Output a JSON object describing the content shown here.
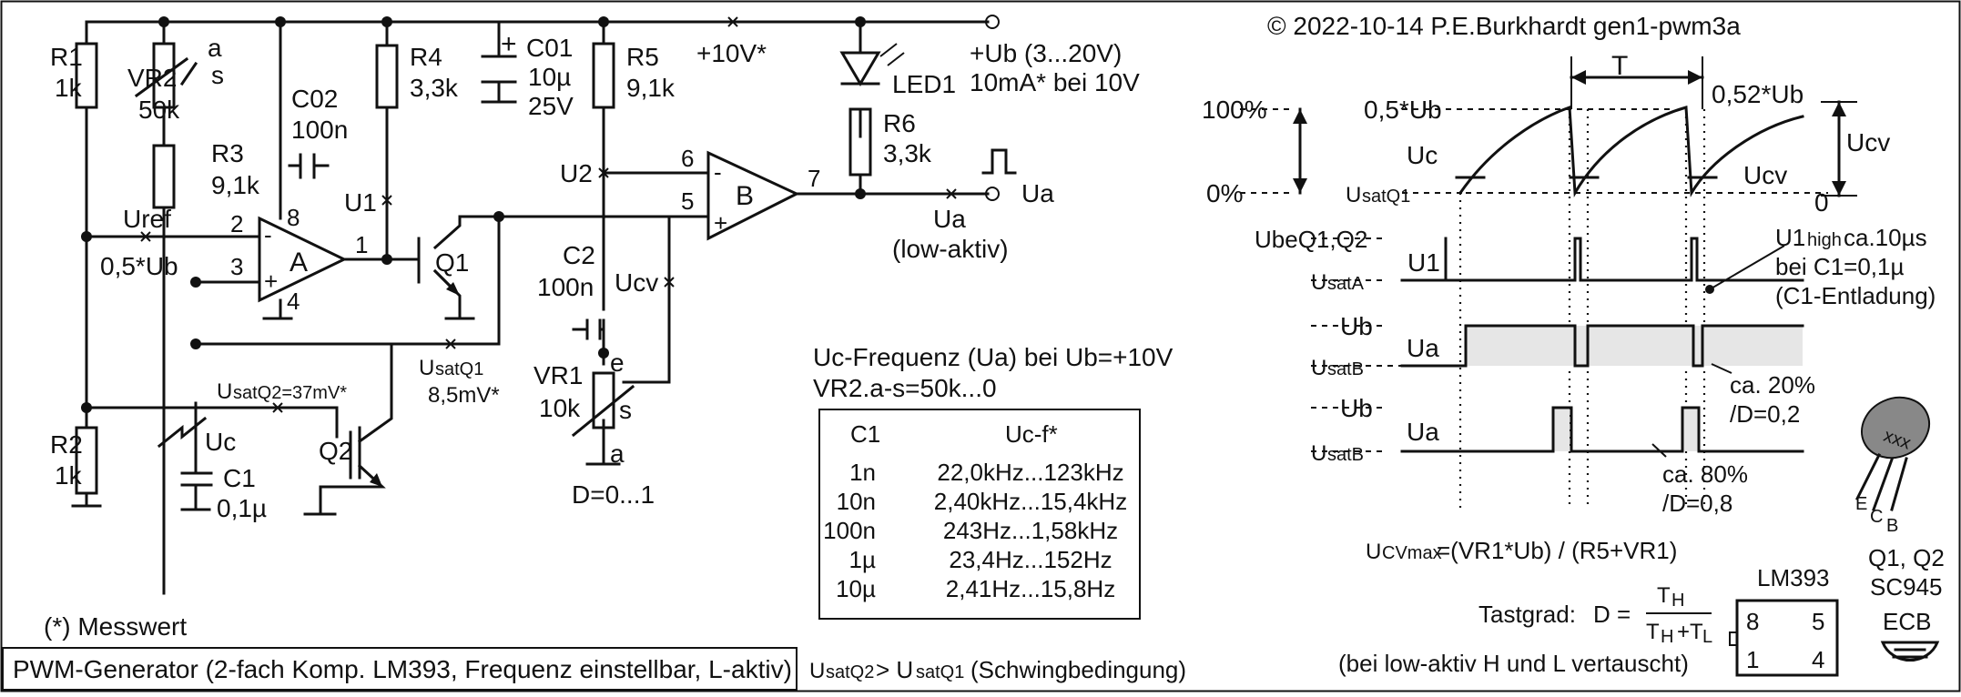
{
  "copyright": "© 2022-10-14 P.E.Burkhardt gen1-pwm3a",
  "title_box": "PWM-Generator (2-fach Komp. LM393, Frequenz einstellbar, L-aktiv)",
  "oscillation_condition": "UsatQ2 > UsatQ1 (Schwingbedingung)",
  "footnote": "(*) Messwert",
  "supply": {
    "node_label": "+10V*",
    "ub_label": "+Ub (3...20V)",
    "ub_current": "10mA* bei 10V"
  },
  "components": {
    "R1": "R1",
    "R1_val": "1k",
    "VR2": "VR2",
    "VR2_val": "50k",
    "VR2_a": "a",
    "VR2_s": "s",
    "R3": "R3",
    "R3_val": "9,1k",
    "C02": "C02",
    "C02_val": "100n",
    "R4": "R4",
    "R4_val": "3,3k",
    "C01": "C01",
    "C01_val1": "10µ",
    "C01_val2": "25V",
    "C01_plus": "+",
    "R5": "R5",
    "R5_val": "9,1k",
    "LED1": "LED1",
    "R6": "R6",
    "R6_val": "3,3k",
    "R2": "R2",
    "R2_val": "1k",
    "C1": "C1",
    "C1_val": "0,1µ",
    "Q1": "Q1",
    "Q2": "Q2",
    "C2": "C2",
    "C2_val": "100n",
    "VR1": "VR1",
    "VR1_val": "10k",
    "VR1_e": "e",
    "VR1_s": "s",
    "VR1_a": "a",
    "duty_range": "D=0...1",
    "opamp_A": "A",
    "opamp_B": "B",
    "pin_2": "2",
    "pin_3": "3",
    "pin_8": "8",
    "pin_4": "4",
    "pin_1": "1",
    "pin_6": "6",
    "pin_5": "5",
    "pin_7": "7",
    "minus": "-",
    "plus": "+"
  },
  "nodes": {
    "uref": "Uref",
    "half_ub": "0,5*Ub",
    "u1": "U1",
    "u2": "U2",
    "ucv": "Ucv",
    "uc": "Uc",
    "usatq1_a": "U",
    "usatq1_b": "satQ1",
    "usatq1_val": "8,5mV*",
    "usatq2_a": "U",
    "usatq2_b": "satQ2=37mV*",
    "ua": "Ua",
    "ua_note1": "Ua",
    "ua_note2": "(low-aktiv)"
  },
  "freq_table": {
    "heading1": "Uc-Frequenz (Ua) bei Ub=+10V",
    "heading2": "VR2.a-s=50k...0",
    "col_c1": "C1",
    "col_f": "Uc-f*",
    "rows": [
      {
        "c": "1n",
        "f": "22,0kHz...123kHz"
      },
      {
        "c": "10n",
        "f": "2,40kHz...15,4kHz"
      },
      {
        "c": "100n",
        "f": "243Hz...1,58kHz"
      },
      {
        "c": "1µ",
        "f": "23,4Hz...152Hz"
      },
      {
        "c": "10µ",
        "f": "2,41Hz...15,8Hz"
      }
    ]
  },
  "timing": {
    "period": "T",
    "pct100": "100%",
    "pct0": "0%",
    "half_ub": "0,5*Ub",
    "ratio_052": "0,52*Ub",
    "zero": "0",
    "uc": "Uc",
    "ucv": "Ucv",
    "ucv_right": "Ucv",
    "usatq1_a": "U",
    "usatq1_b": "satQ1",
    "ubeq": "UbeQ1,Q2",
    "usata_a": "U",
    "usata_b": "satA",
    "u1": "U1",
    "u1high_a": "U1",
    "u1high_b": "high",
    "u1high_c": " ca.10µs",
    "u1high_2": "bei C1=0,1µ",
    "u1high_3": "(C1-Entladung)",
    "ub1": "Ub",
    "ua1": "Ua",
    "usatb1_a": "U",
    "usatb1_b": "satB",
    "ub2": "Ub",
    "ua2": "Ua",
    "usatb2_a": "U",
    "usatb2_b": "satB",
    "d20_1": "ca. 20%",
    "d20_2": "/D=0,2",
    "d80_1": "ca. 80%",
    "d80_2": "/D=0,8"
  },
  "formulas": {
    "ucvmax_a": "U",
    "ucvmax_b": "CVmax",
    "ucvmax_c": "=(VR1*Ub) / (R5+VR1)",
    "tastgrad": "Tastgrad:",
    "d_eq": "D =",
    "num_a": "T",
    "num_b": "H",
    "den_a": "T",
    "den_b": "H",
    "den_c": "+T",
    "den_d": "L",
    "swap_note": "(bei low-aktiv H und L vertauscht)"
  },
  "packages": {
    "lm393": "LM393",
    "pin8": "8",
    "pin5": "5",
    "pin1": "1",
    "pin4": "4",
    "transistor_name": "Q1, Q2",
    "transistor_type": "SC945",
    "ecb": "ECB",
    "marking": "xxx",
    "pin_e": "E",
    "pin_c": "C",
    "pin_b": "B"
  }
}
